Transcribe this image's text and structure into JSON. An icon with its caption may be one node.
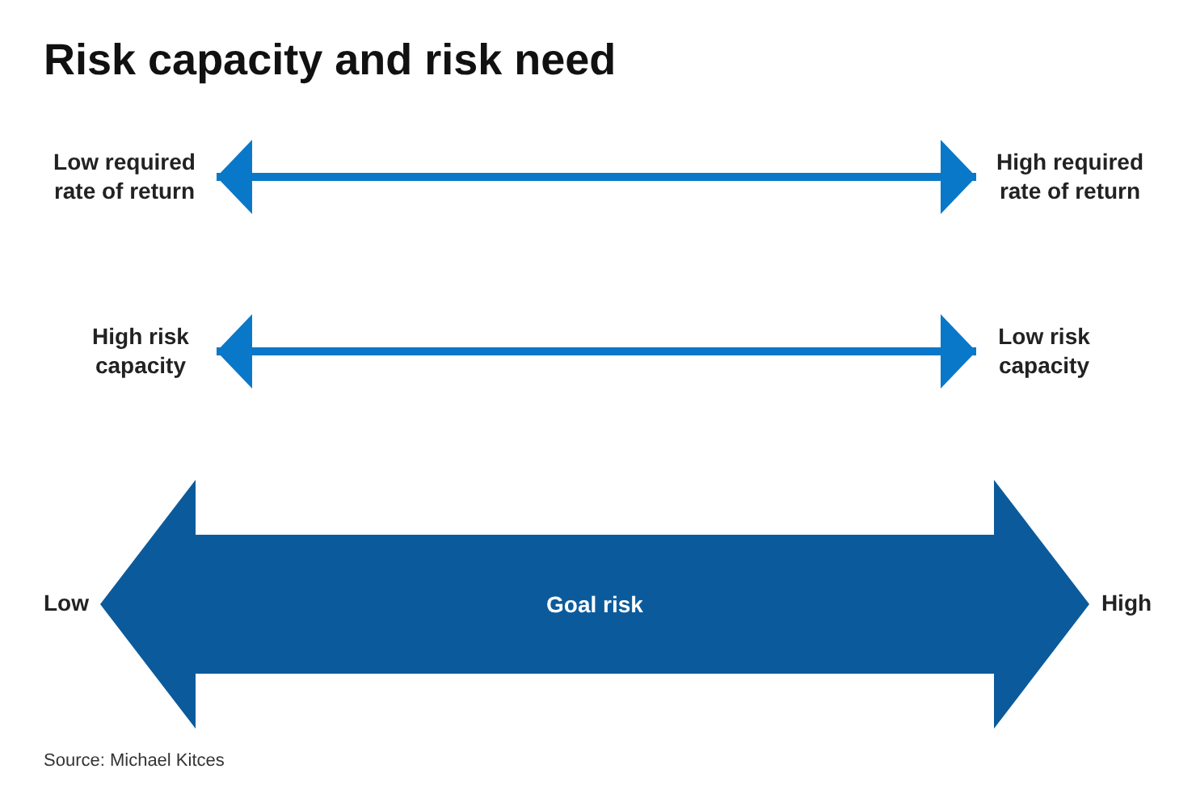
{
  "diagram": {
    "title": "Risk capacity and risk need",
    "caption": "Source: Michael Kitces",
    "nodes": [
      {
        "text": [
          "Low required rate of return"
        ]
      },
      {
        "text": [
          "High required rate of return"
        ]
      },
      {
        "text": [
          "High risk capacity"
        ]
      },
      {
        "text": [
          "Low risk capacity"
        ]
      },
      {
        "text": [
          "Low"
        ]
      },
      {
        "text": [
          "High"
        ]
      }
    ],
    "edges": [
      {
        "from": 0,
        "to": 1,
        "arrow": "both"
      },
      {
        "from": 2,
        "to": 3,
        "arrow": "both"
      },
      {
        "from": 4,
        "to": 5,
        "arrow": "both",
        "style": "thick",
        "label": "Goal risk",
        "color": "#0b5b9c"
      }
    ]
  }
}
